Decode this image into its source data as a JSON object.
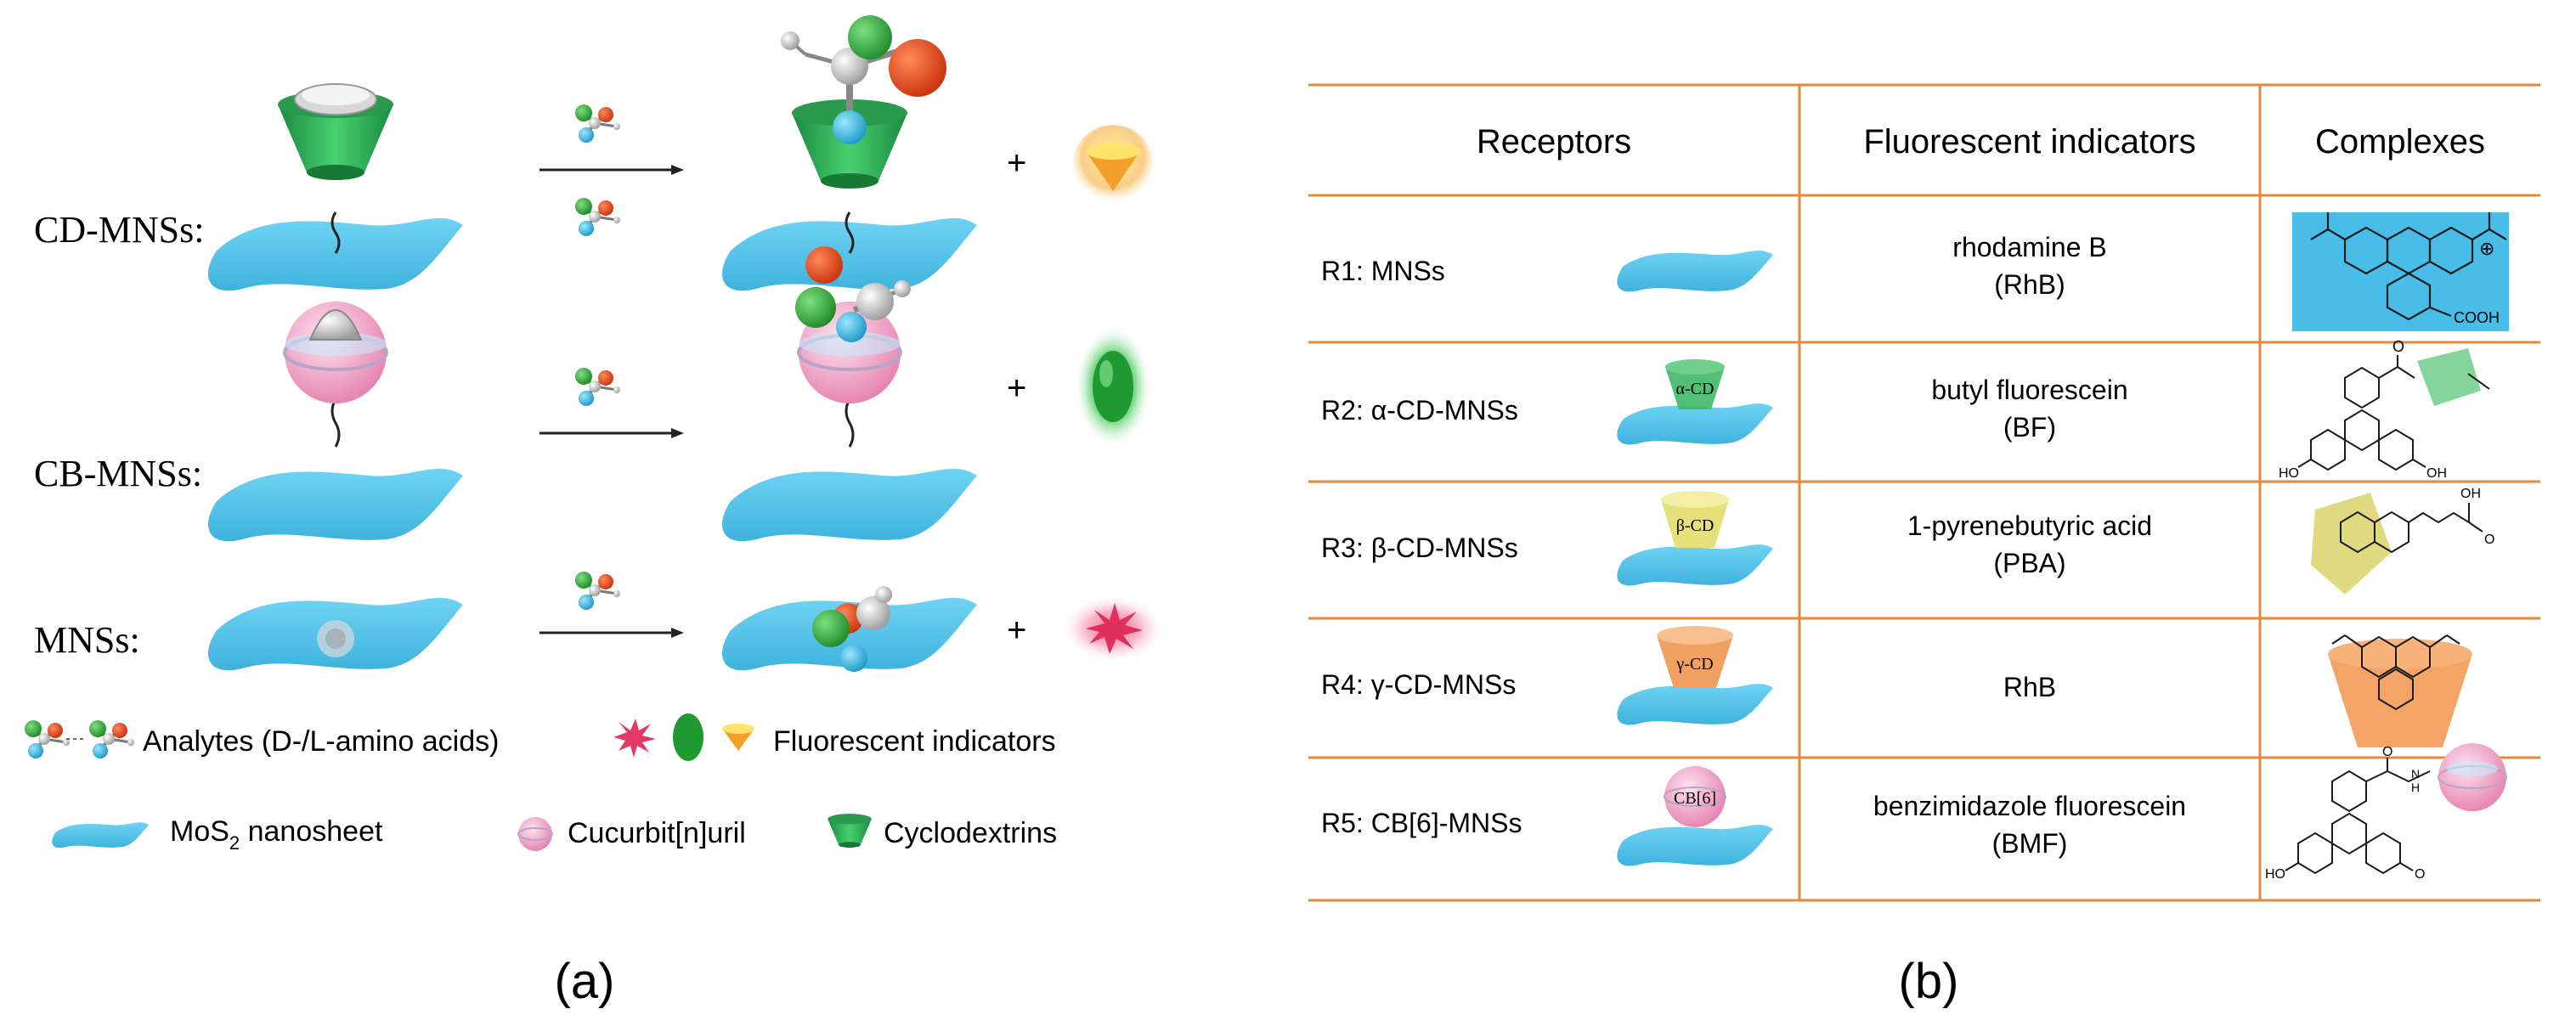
{
  "panel_a": {
    "rows": [
      {
        "label": "CD-MNSs:"
      },
      {
        "label": "CB-MNSs:"
      },
      {
        "label": "MNSs:"
      }
    ],
    "plus": "+",
    "legend": {
      "analytes": "Analytes (D-/L-amino acids)",
      "indicators": "Fluorescent indicators",
      "nanosheet_prefix": "MoS",
      "nanosheet_sub": "2",
      "nanosheet_suffix": " nanosheet",
      "cucurbituril": "Cucurbit[n]uril",
      "cyclodextrins": "Cyclodextrins"
    },
    "caption": "(a)"
  },
  "panel_b": {
    "headers": [
      "Receptors",
      "Fluorescent indicators",
      "Complexes"
    ],
    "rows": [
      {
        "receptor": "R1: MNSs",
        "indicator_name": "rhodamine B",
        "indicator_abbr": "(RhB)",
        "cup_label": ""
      },
      {
        "receptor": "R2: α-CD-MNSs",
        "indicator_name": "butyl fluorescein",
        "indicator_abbr": "(BF)",
        "cup_label": "α-CD"
      },
      {
        "receptor": "R3: β-CD-MNSs",
        "indicator_name": "1-pyrenebutyric acid",
        "indicator_abbr": "(PBA)",
        "cup_label": "β-CD"
      },
      {
        "receptor": "R4: γ-CD-MNSs",
        "indicator_name": "RhB",
        "indicator_abbr": "",
        "cup_label": "γ-CD"
      },
      {
        "receptor": "R5: CB[6]-MNSs",
        "indicator_name": "benzimidazole fluorescein",
        "indicator_abbr": "(BMF)",
        "cup_label": "CB[6]"
      }
    ],
    "complex_labels": {
      "cooh": "COOH",
      "ho": "HO",
      "oh": "OH",
      "o": "O",
      "plus_charge": "⊕",
      "n": "N",
      "h": "H"
    },
    "caption": "(b)"
  },
  "colors": {
    "nanosheet": "#4fc3e8",
    "cd_green": "#2fae58",
    "cb_pink": "#f2a7c6",
    "table_line": "#e08a3c",
    "beta_yellow": "#e6e07a",
    "gamma_orange": "#f0a060"
  }
}
